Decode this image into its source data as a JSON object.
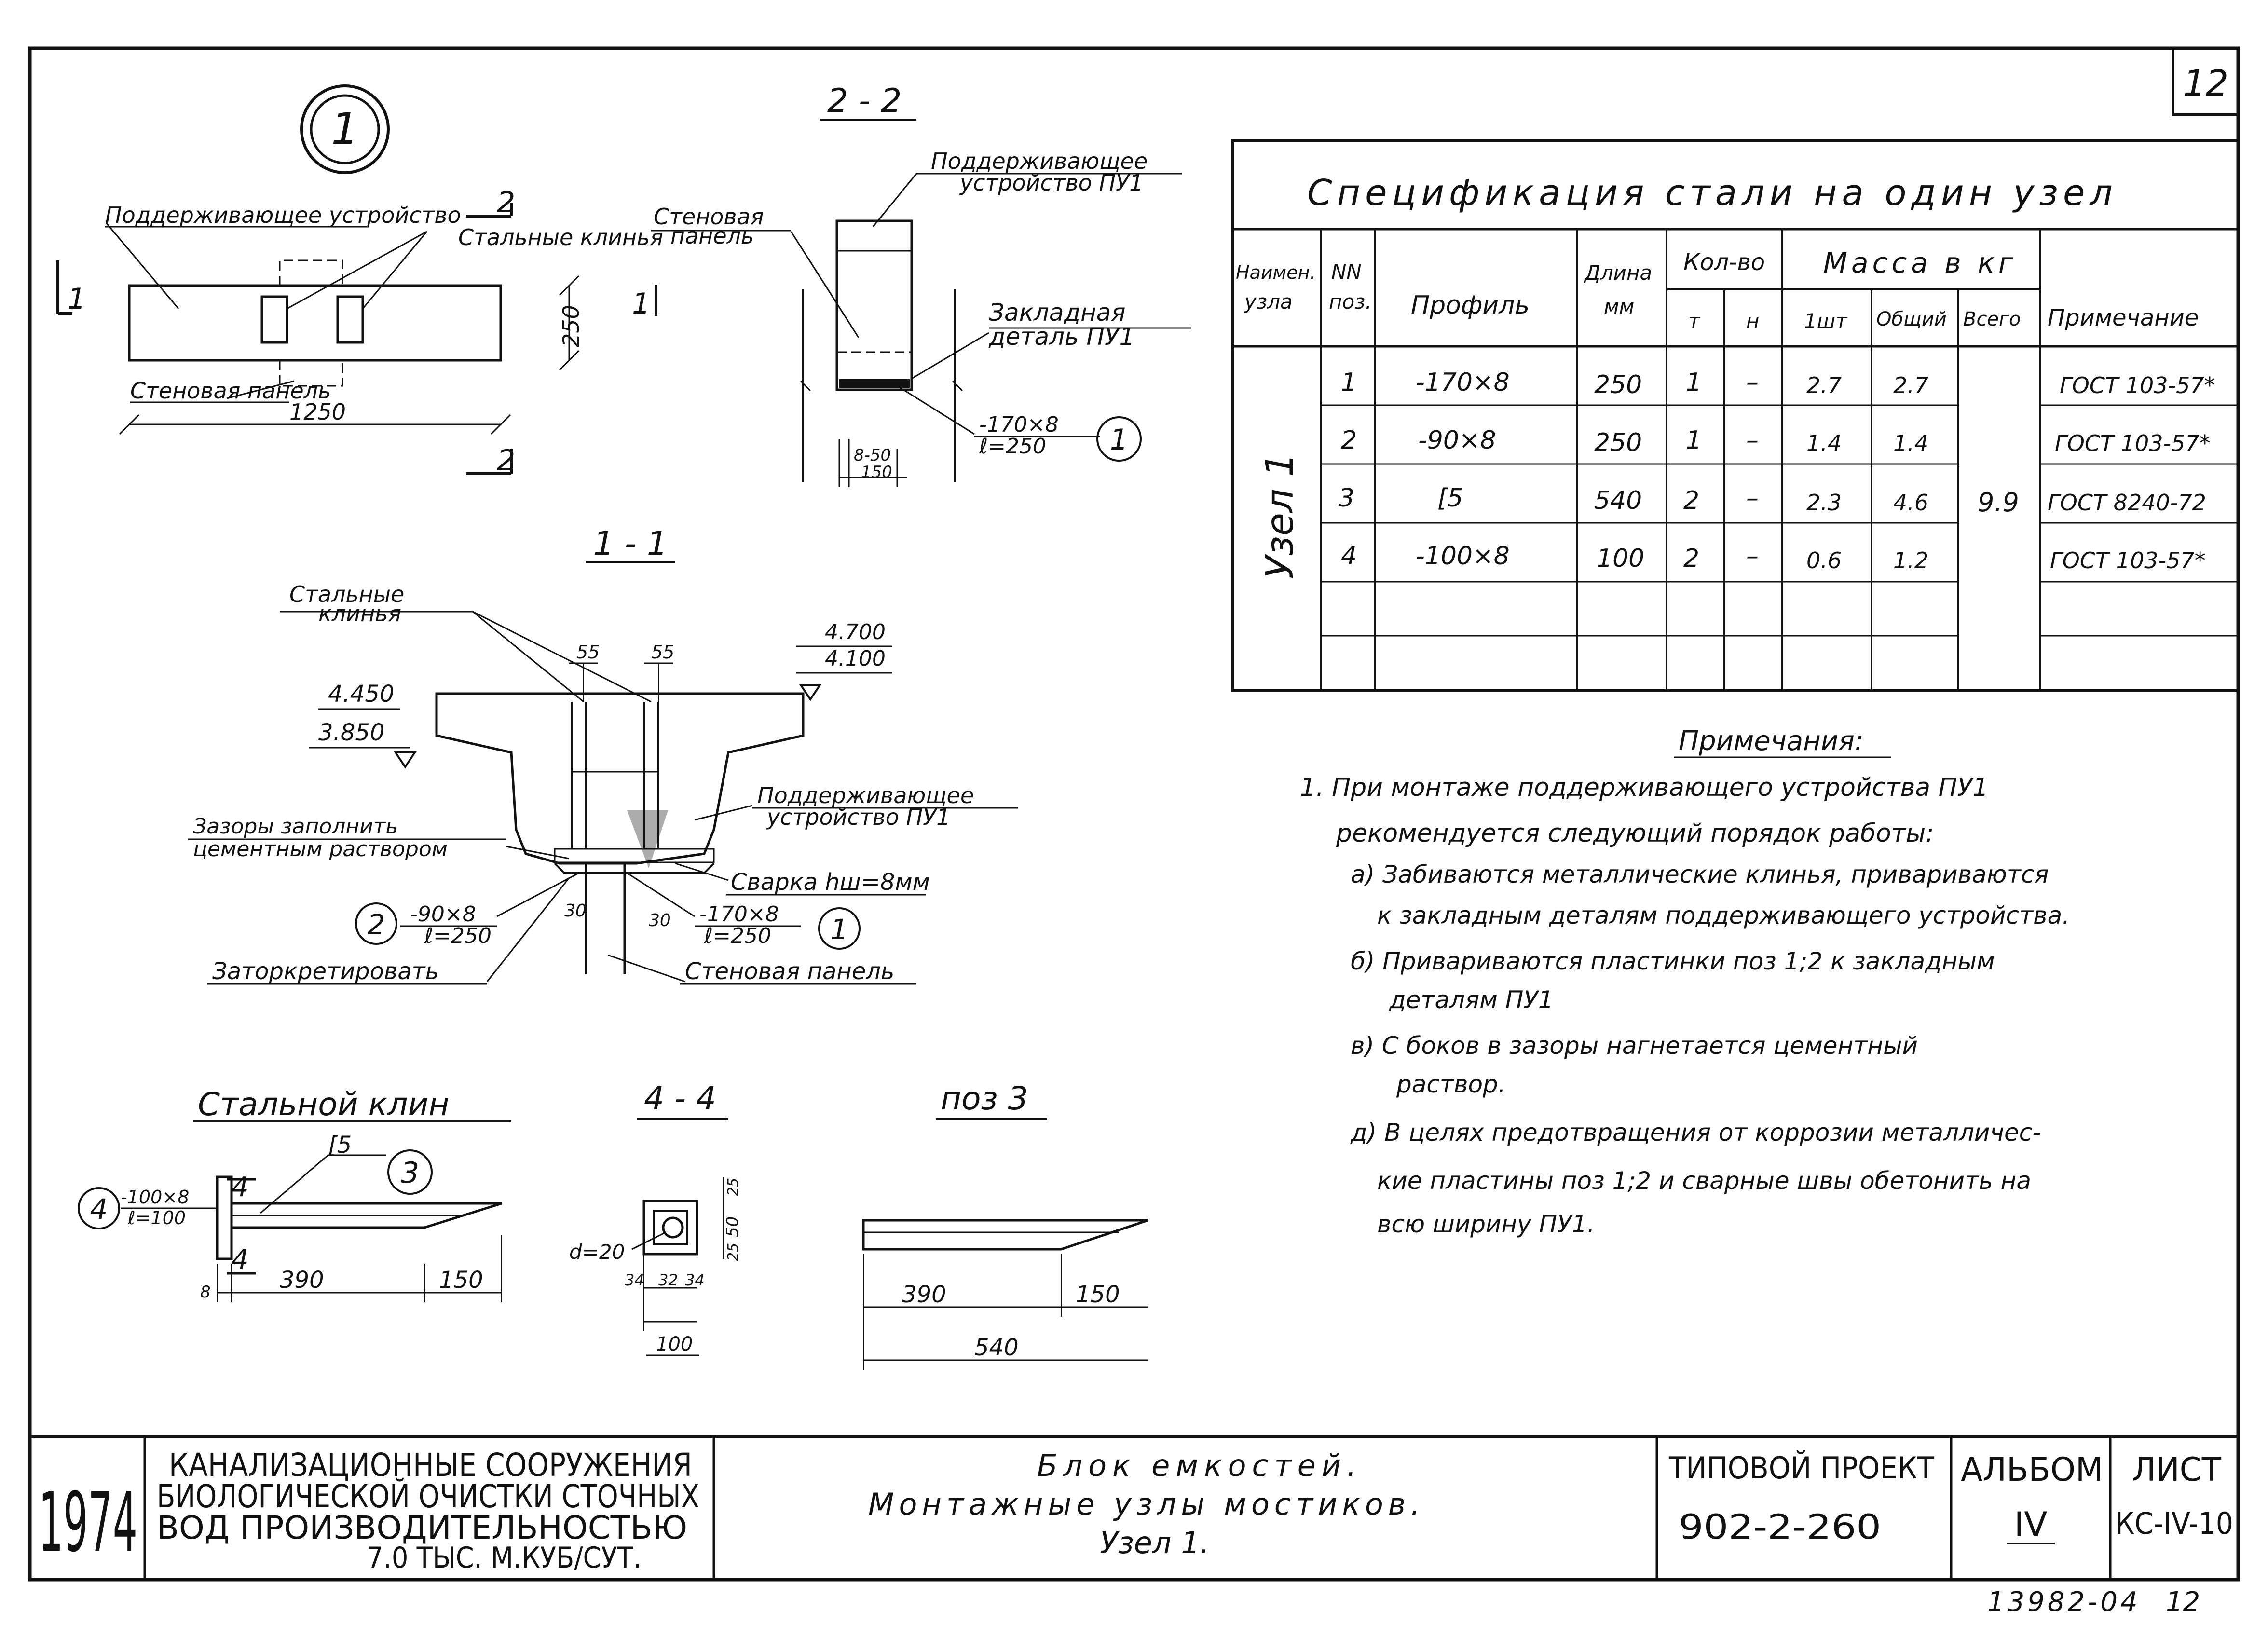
{
  "sheet_number": "12",
  "node_marker": "1",
  "plan": {
    "support_label": "Поддерживающее устройство",
    "wedges_label": "Стальные клинья",
    "panel_label": "Стеновая панель",
    "dim_height": "250",
    "dim_length": "1250",
    "cut2_top": "2",
    "cut2_bottom": "2",
    "cut1_left": "1",
    "cut1_right": "1"
  },
  "section22": {
    "title": "2 - 2",
    "support_label_1": "Поддерживающее",
    "support_label_2": "устройство ПУ1",
    "panel_label_1": "Стеновая",
    "panel_label_2": "панель",
    "embed_label_1": "Закладная",
    "embed_label_2": "деталь ПУ1",
    "plate_1": "-170×8",
    "plate_2": "ℓ=250",
    "plate_marker": "1",
    "dim_a": "8-50",
    "dim_b": "150"
  },
  "section11": {
    "title": "1 - 1",
    "wedges_label_1": "Стальные",
    "wedges_label_2": "клинья",
    "dim_55_left": "55",
    "dim_55_right": "55",
    "elev_top": "4.450",
    "elev_bottom": "3.850",
    "elev_right_top": "4.700",
    "elev_right_bottom": "4.100",
    "support_label_1": "Поддерживающее",
    "support_label_2": "устройство ПУ1",
    "gaps_label_1": "Зазоры заполнить",
    "gaps_label_2": "цементным раствором",
    "weld_label": "Сварка hш=8мм",
    "plate2_marker": "2",
    "plate2_1": "-90×8",
    "plate2_2": "ℓ=250",
    "plate1_1": "-170×8",
    "plate1_2": "ℓ=250",
    "plate1_marker": "1",
    "dim_30_left": "30",
    "dim_30_right": "30",
    "torcret_label": "Заторкретировать",
    "panel_label": "Стеновая панель"
  },
  "wedge": {
    "title": "Стальной клин",
    "channel": "[5",
    "channel_marker": "3",
    "plate_marker": "4",
    "plate_1": "-100×8",
    "plate_2": "ℓ=100",
    "cut_top": "4",
    "cut_bottom": "4",
    "dim_8": "8",
    "dim_390": "390",
    "dim_150": "150"
  },
  "section44": {
    "title": "4 - 4",
    "d_label": "d=20",
    "dim_34a": "34",
    "dim_32": "32",
    "dim_34b": "34",
    "dim_100": "100",
    "dim_25a": "25",
    "dim_50": "50",
    "dim_25b": "25"
  },
  "pos3": {
    "title": "поз 3",
    "dim_390": "390",
    "dim_150": "150",
    "dim_540": "540"
  },
  "spec": {
    "title": "Спецификация стали на один узел",
    "headers": {
      "node_name_1": "Наимен.",
      "node_name_2": "узла",
      "pos_1": "NN",
      "pos_2": "поз.",
      "profile": "Профиль",
      "length_1": "Длина",
      "length_2": "мм",
      "qty": "Кол-во",
      "qty_t": "т",
      "qty_n": "н",
      "mass": "Масса в кг",
      "mass_unit": "1шт",
      "mass_total": "Общий",
      "mass_all": "Всего",
      "note": "Примечание"
    },
    "node_name": "Узел 1",
    "total_all": "9.9",
    "rows": [
      {
        "pos": "1",
        "profile": "-170×8",
        "length": "250",
        "t": "1",
        "n": "–",
        "unit": "2.7",
        "total": "2.7",
        "note": "ГОСТ 103-57*"
      },
      {
        "pos": "2",
        "profile": "-90×8",
        "length": "250",
        "t": "1",
        "n": "–",
        "unit": "1.4",
        "total": "1.4",
        "note": "ГОСТ 103-57*"
      },
      {
        "pos": "3",
        "profile": "[5",
        "length": "540",
        "t": "2",
        "n": "–",
        "unit": "2.3",
        "total": "4.6",
        "note": "ГОСТ 8240-72"
      },
      {
        "pos": "4",
        "profile": "-100×8",
        "length": "100",
        "t": "2",
        "n": "–",
        "unit": "0.6",
        "total": "1.2",
        "note": "ГОСТ 103-57*"
      }
    ]
  },
  "notes": {
    "title": "Примечания:",
    "lines": [
      "1. При монтаже поддерживающего устройства ПУ1",
      "рекомендуется следующий порядок работы:",
      "а) Забиваются металлические клинья, привариваются",
      "к закладным деталям поддерживающего устройства.",
      "б) Привариваются пластинки поз 1;2 к закладным",
      "деталям ПУ1",
      "в) С боков в зазоры нагнетается цементный",
      "раствор.",
      "д) В целях предотвращения от коррозии металличес-",
      "кие пластины поз 1;2 и сварные швы обетонить на",
      "всю ширину ПУ1."
    ]
  },
  "title_block": {
    "year": "1974",
    "org_line1": "КАНАЛИЗАЦИОННЫЕ СООРУЖЕНИЯ",
    "org_line2": "БИОЛОГИЧЕСКОЙ ОЧИСТКИ СТОЧНЫХ",
    "org_line3": "ВОД ПРОИЗВОДИТЕЛЬНОСТЬЮ",
    "org_line4": "7.0 ТЫС. М.КУБ/СУТ.",
    "desc_line1": "Блок емкостей.",
    "desc_line2": "Монтажные узлы мостиков.",
    "desc_line3": "Узел 1.",
    "project_label": "ТИПОВОЙ ПРОЕКТ",
    "project_number": "902-2-260",
    "album_label": "АЛЬБОМ",
    "album_value": "IV",
    "sheet_label": "ЛИСТ",
    "sheet_value": "КС-IV-10"
  },
  "archive_number": "13982-04",
  "archive_sheet": "12"
}
